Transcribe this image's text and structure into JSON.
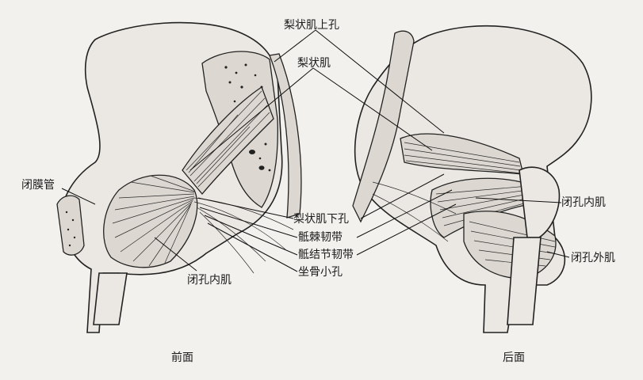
{
  "labels": {
    "piriform_upper_foramen": "梨状肌上孔",
    "piriformis": "梨状肌",
    "obturator_canal": "闭膜管",
    "piriform_lower_foramen": "梨状肌下孔",
    "sacrospinous_ligament": "骶棘韧带",
    "sacrotuberous_ligament": "骶结节韧带",
    "lesser_sciatic_foramen": "坐骨小孔",
    "obturator_internus_left": "闭孔内肌",
    "obturator_internus_right": "闭孔内肌",
    "obturator_externus": "闭孔外肌"
  },
  "captions": {
    "anterior": "前面",
    "posterior": "后面"
  }
}
